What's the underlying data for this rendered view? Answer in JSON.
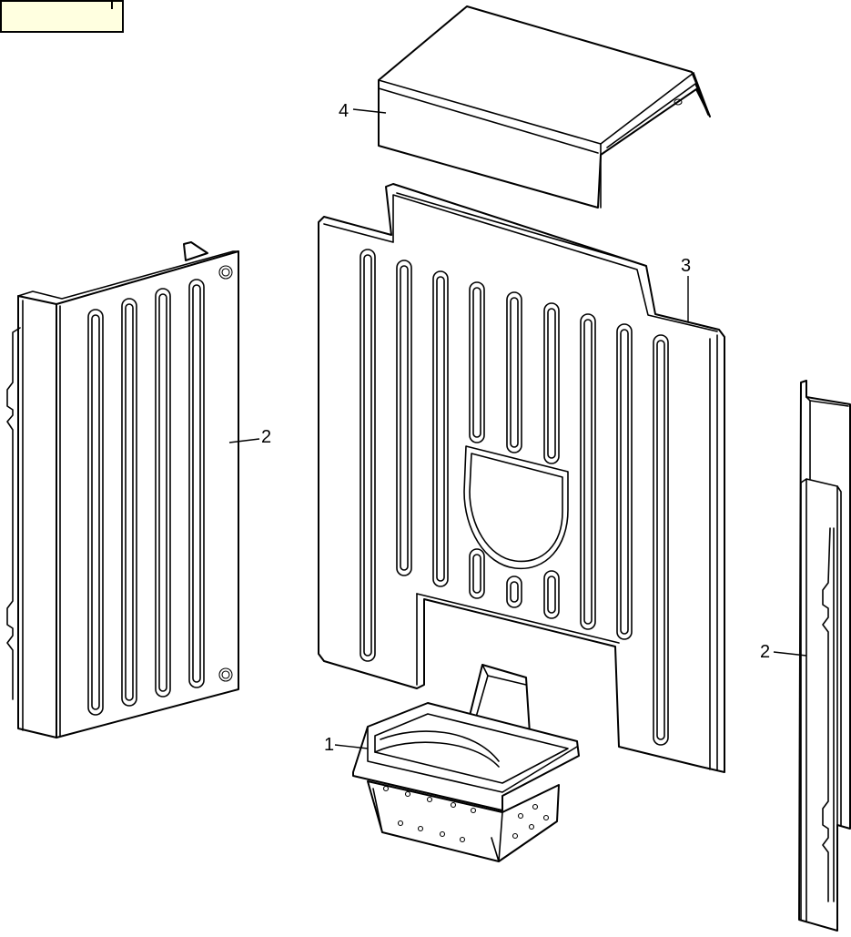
{
  "header": {
    "tag_text": ""
  },
  "callouts": {
    "part_1": "1",
    "part_2_left": "2",
    "part_2_right": "2",
    "part_3": "3",
    "part_4": "4"
  }
}
